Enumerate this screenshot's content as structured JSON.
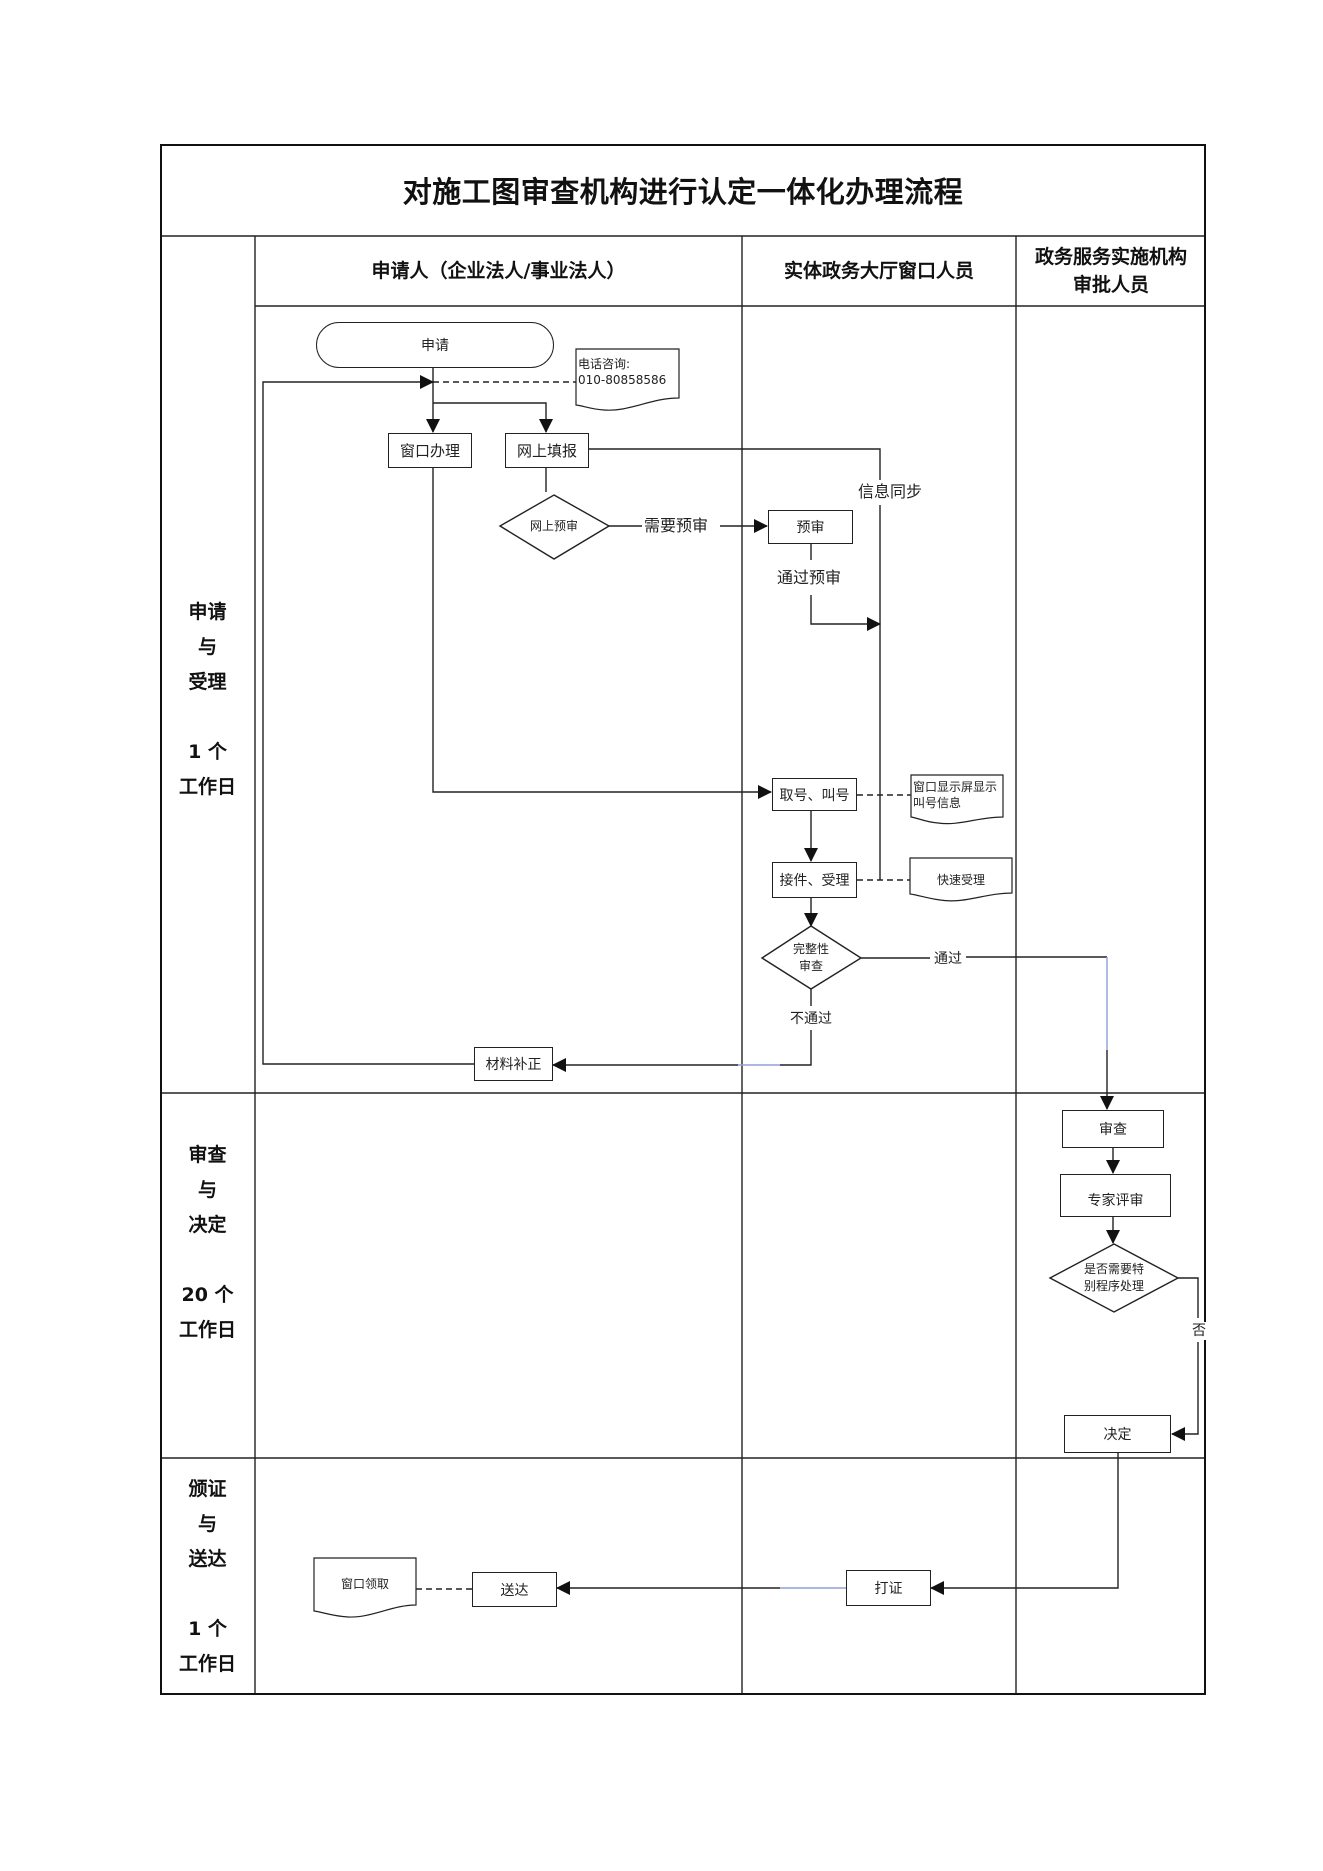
{
  "title": "对施工图审查机构进行认定一体化办理流程",
  "columns": [
    {
      "label": "申请人（企业法人/事业法人）"
    },
    {
      "label": "实体政务大厅窗口人员"
    },
    {
      "label_line1": "政务服务实施机构",
      "label_line2": "审批人员"
    }
  ],
  "stages": [
    {
      "name_line1": "申请",
      "name_line2": "与",
      "name_line3": "受理",
      "days_line1": "1 个",
      "days_line2": "工作日"
    },
    {
      "name_line1": "审查",
      "name_line2": "与",
      "name_line3": "决定",
      "days_line1": "20 个",
      "days_line2": "工作日"
    },
    {
      "name_line1": "颁证",
      "name_line2": "与",
      "name_line3": "送达",
      "days_line1": "1 个",
      "days_line2": "工作日"
    }
  ],
  "nodes": {
    "apply": "申请",
    "phone_consult_line1": "电话咨询:",
    "phone_consult_line2": "010-80858586",
    "window_handle": "窗口办理",
    "online_fill": "网上填报",
    "online_precheck_decision": "网上预审",
    "precheck": "预审",
    "take_number": "取号、叫号",
    "display_doc_line1": "窗口显示屏显示",
    "display_doc_line2": "叫号信息",
    "receive_accept": "接件、受理",
    "fast_accept_doc": "快速受理",
    "completeness_line1": "完整性",
    "completeness_line2": "审查",
    "supplement": "材料补正",
    "review": "审查",
    "expert_review": "专家评审",
    "special_line1": "是否需要特",
    "special_line2": "别程序处理",
    "decision": "决定",
    "print_cert": "打证",
    "deliver": "送达",
    "window_pickup_doc": "窗口领取"
  },
  "edge_labels": {
    "need_precheck": "需要预审",
    "pass_precheck": "通过预审",
    "info_sync": "信息同步",
    "pass": "通过",
    "not_pass": "不通过",
    "no": "否"
  },
  "colors": {
    "line": "#222222",
    "frame": "#111111",
    "accent_blue": "#8ea0d8"
  }
}
